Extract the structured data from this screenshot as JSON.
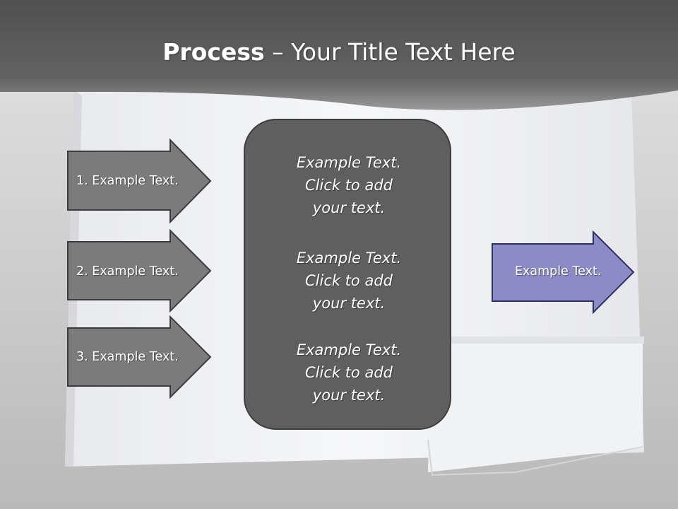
{
  "title": {
    "bold": "Process",
    "rest": " – Your Title Text Here"
  },
  "input_arrows": [
    {
      "label": "1. Example Text."
    },
    {
      "label": "2. Example Text."
    },
    {
      "label": "3. Example Text."
    }
  ],
  "panel": {
    "blocks": [
      {
        "line1": "Example Text.",
        "line2": "Click  to add",
        "line3": "your text."
      },
      {
        "line1": "Example Text.",
        "line2": "Click  to add",
        "line3": "your text."
      },
      {
        "line1": "Example Text.",
        "line2": "Click  to add",
        "line3": "your text."
      }
    ]
  },
  "output_arrow": {
    "label": "Example Text."
  },
  "colors": {
    "header": "#5a5a5a",
    "arrow_gray": "#7b7b7b",
    "arrow_border": "#3c3c3c",
    "panel": "#5f5f5f",
    "output_arrow": "#8b8bc6",
    "output_border": "#2f2f63"
  }
}
